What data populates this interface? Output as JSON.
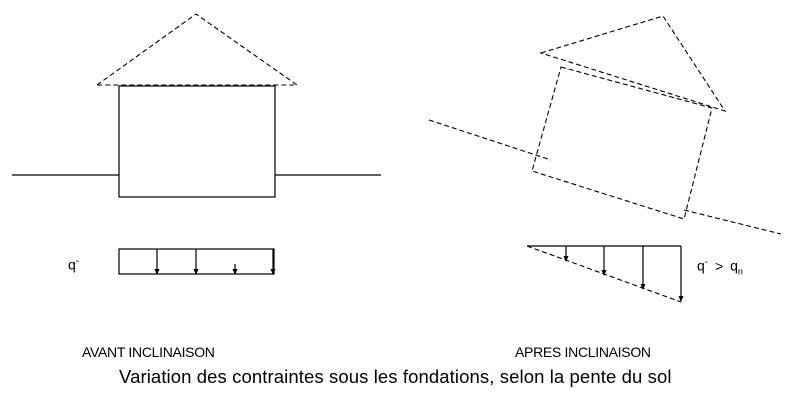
{
  "left_panel": {
    "load_label": "q",
    "load_subscript": "-",
    "caption": "AVANT INCLINAISON"
  },
  "right_panel": {
    "load_label": "q",
    "load_subscript": "-",
    "comparison_operator": ">",
    "reference_label": "q",
    "reference_subscript": "n",
    "caption": "APRES INCLINAISON"
  },
  "figure_caption": "Variation des contraintes sous les fondations, selon la pente du sol",
  "colors": {
    "ink": "#000000",
    "background": "#ffffff"
  }
}
